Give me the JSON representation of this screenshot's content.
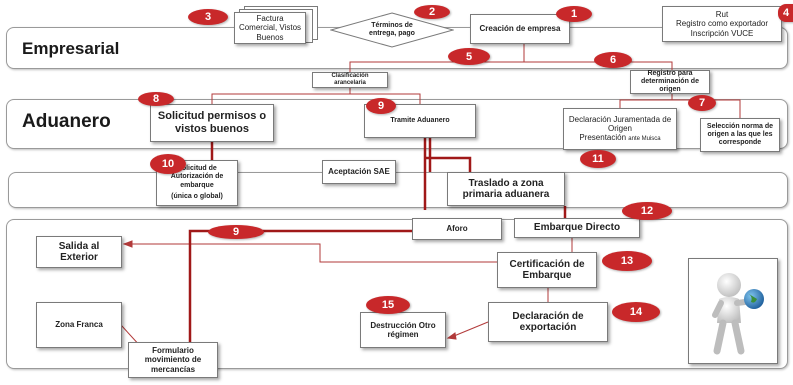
{
  "lanes": {
    "empresarial": "Empresarial",
    "aduanero": "Aduanero"
  },
  "boxes": {
    "factura": "Factura Comercial, Vistos Buenos",
    "terminos": "Términos de entrega, pago",
    "creacion": "Creación de empresa",
    "rut": "Rut\nRegistro como exportador\nInscripción VUCE",
    "clasificacion": "Clasificación arancelaria",
    "registro_origen": "Registro para determinación de origen",
    "solicitud_permisos": "Solicitud permisos o vistos buenos",
    "tramite_aduanero": "Tramite Aduanero",
    "declaracion_origen": "Declaración Juramentada de Origen",
    "presentacion": "Presentación",
    "presentacion_small": "ante Muisca",
    "seleccion_norma": "Selección norma de origen a las que les corresponde",
    "solicitud_autorizacion": "Solicitud de Autorización de embarque",
    "solicitud_autorizacion_note": "(única o global)",
    "aceptacion": "Aceptación SAE",
    "traslado": "Traslado a zona primaria aduanera",
    "salida": "Salida al Exterior",
    "aforo": "Aforo",
    "embarque_directo": "Embarque Directo",
    "certificacion": "Certificación de Embarque",
    "zona_franca": "Zona Franca",
    "destruccion": "Destrucción Otro régimen",
    "declaracion_exportacion": "Declaración de exportación",
    "formulario": "Formulario movimiento de mercancías"
  },
  "badges": {
    "b1": "1",
    "b2": "2",
    "b3": "3",
    "b4": "4",
    "b5": "5",
    "b6": "6",
    "b7": "7",
    "b8": "8",
    "b9": "9",
    "b9b": "9",
    "b10": "10",
    "b11": "11",
    "b12": "12",
    "b13": "13",
    "b14": "14",
    "b15": "15"
  },
  "colors": {
    "badge": "#c8282a",
    "connector": "#b23a3a",
    "thick_connector": "#a01818"
  },
  "icons": {
    "figure": "person-with-globe-icon"
  }
}
